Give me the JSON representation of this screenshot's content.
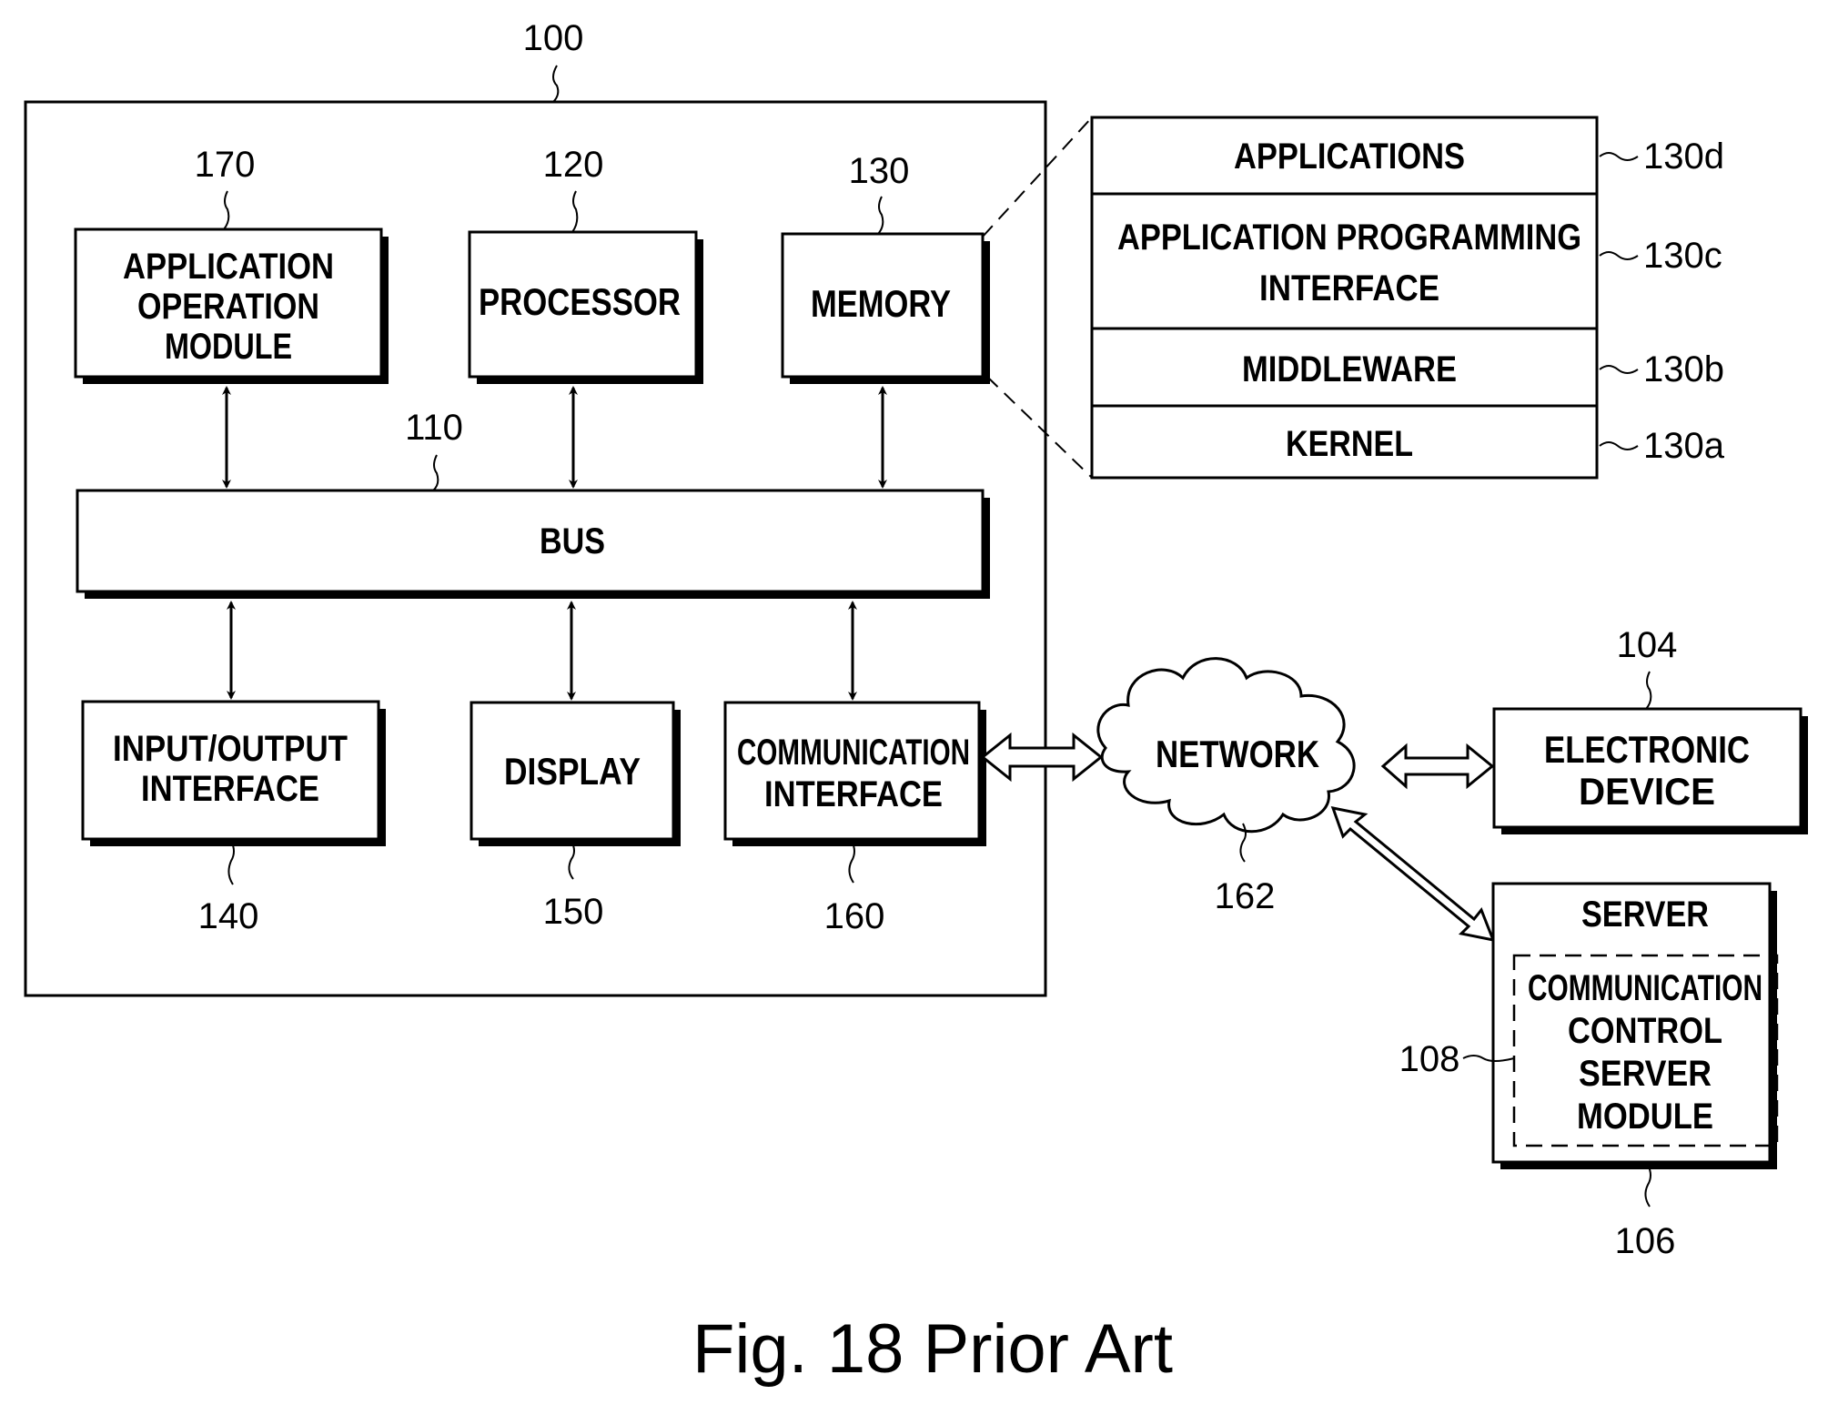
{
  "figure": {
    "caption": "Fig. 18 Prior Art",
    "device": {
      "ref": "100",
      "blocks": {
        "app_op_module": {
          "ref": "170",
          "lines": [
            "APPLICATION",
            "OPERATION",
            "MODULE"
          ]
        },
        "processor": {
          "ref": "120",
          "lines": [
            "PROCESSOR"
          ]
        },
        "memory": {
          "ref": "130",
          "lines": [
            "MEMORY"
          ]
        },
        "bus": {
          "ref": "110",
          "lines": [
            "BUS"
          ]
        },
        "io_interface": {
          "ref": "140",
          "lines": [
            "INPUT/OUTPUT",
            "INTERFACE"
          ]
        },
        "display": {
          "ref": "150",
          "lines": [
            "DISPLAY"
          ]
        },
        "comm_interface": {
          "ref": "160",
          "lines": [
            "COMMUNICATION",
            "INTERFACE"
          ]
        }
      }
    },
    "memory_stack": [
      {
        "ref": "130d",
        "lines": [
          "APPLICATIONS"
        ]
      },
      {
        "ref": "130c",
        "lines": [
          "APPLICATION PROGRAMMING",
          "INTERFACE"
        ]
      },
      {
        "ref": "130b",
        "lines": [
          "MIDDLEWARE"
        ]
      },
      {
        "ref": "130a",
        "lines": [
          "KERNEL"
        ]
      }
    ],
    "network": {
      "ref": "162",
      "label": "NETWORK"
    },
    "electronic_device": {
      "ref": "104",
      "lines": [
        "ELECTRONIC",
        "DEVICE"
      ]
    },
    "server": {
      "ref": "106",
      "title": "SERVER",
      "module": {
        "ref": "108",
        "lines": [
          "COMMUNICATION",
          "CONTROL",
          "SERVER",
          "MODULE"
        ]
      }
    }
  }
}
